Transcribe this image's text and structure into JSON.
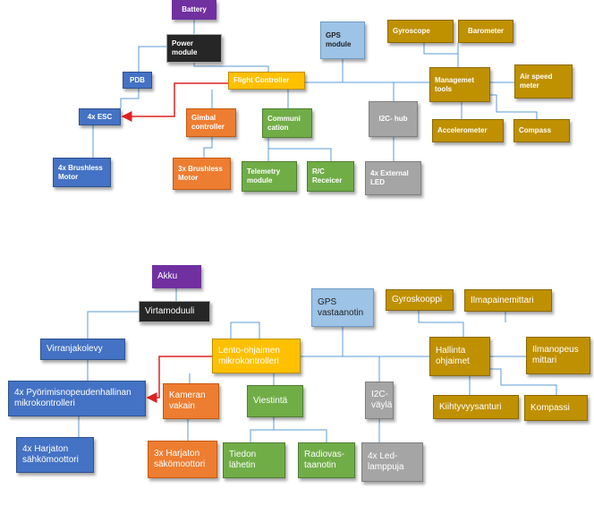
{
  "colors": {
    "connector": "#5b9bd5",
    "arrow": "#e02020"
  },
  "english": {
    "battery": "Battery",
    "power_module": "Power\nmodule",
    "pdb": "PDB",
    "esc": "4x ESC",
    "brushless_motor": "4x Brushless\nMotor",
    "flight_controller": "Flight Controller",
    "gimbal_controller": "Gimbal\ncontroller",
    "communication": "Communi\ncation",
    "brushless_motor_3x": "3x Brushless\nMotor",
    "telemetry_module": "Telemetry\nmodule",
    "rc_receiver": "R/C\nReceicer",
    "gps_module": "GPS\nmodule",
    "i2c_hub": "I2C- hub",
    "external_led": "4x External\nLED",
    "gyroscope": "Gyroscope",
    "barometer": "Barometer",
    "management_tools": "Managemet\ntools",
    "air_speed_meter": "Air speed\nmeter",
    "accelerometer": "Accelerometer",
    "compass": "Compass"
  },
  "finnish": {
    "battery": "Akku",
    "power_module": "Virtamoduuli",
    "pdb": "Virranjakolevy",
    "esc": "4x Pyörimisnopeudenhallinan\nmikrokontrolleri",
    "brushless_motor": "4x Harjaton\nsähkömoottori",
    "flight_controller": "Lento-ohjaimen\nmikrokontrolleri",
    "gimbal_controller": "Kameran\nvakain",
    "communication": "Viestintä",
    "brushless_motor_3x": "3x Harjaton\nsäkömoottori",
    "telemetry_module": "Tiedon\nlähetin",
    "rc_receiver": "Radiovas-\ntaanotin",
    "gps_module": "GPS\nvastaanotin",
    "i2c_hub": "I2C-\nväylä",
    "external_led": "4x Led-\nlamppuja",
    "gyroscope": "Gyroskooppi",
    "barometer": "Ilmapainemittari",
    "management_tools": "Hallinta\nohjaimet",
    "air_speed_meter": "Ilmanopeus\nmittari",
    "accelerometer": "Kiihtyvyysanturi",
    "compass": "Kompassi"
  }
}
